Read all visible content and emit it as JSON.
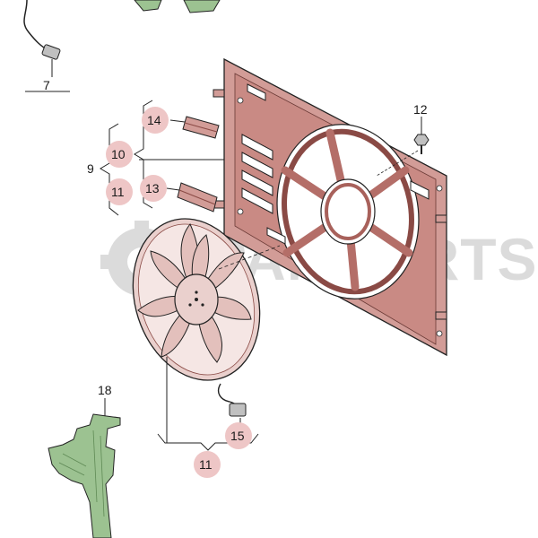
{
  "watermark": {
    "text": "SPAMPARTS"
  },
  "colors": {
    "frame_fill": "#d29c97",
    "frame_dark": "#a8615b",
    "fan_fill": "#ead0cd",
    "highlight_circle": "#eec6c6",
    "green_part": "#9cc291",
    "line": "#222222"
  },
  "callouts": {
    "c7": "7",
    "c9": "9",
    "c10": "10",
    "c11_upper": "11",
    "c11_lower": "11",
    "c12": "12",
    "c13": "13",
    "c14": "14",
    "c15": "15",
    "c18": "18"
  },
  "parts": {
    "fan_frame": "fan-shroud-frame",
    "fan": "radiator-fan",
    "seal_14": "seal-strip",
    "seal_13": "seal-strip",
    "bolt_12": "bolt",
    "connector_15": "fan-connector",
    "connector_7": "harness-connector",
    "bracket_18": "air-guide-bracket"
  }
}
